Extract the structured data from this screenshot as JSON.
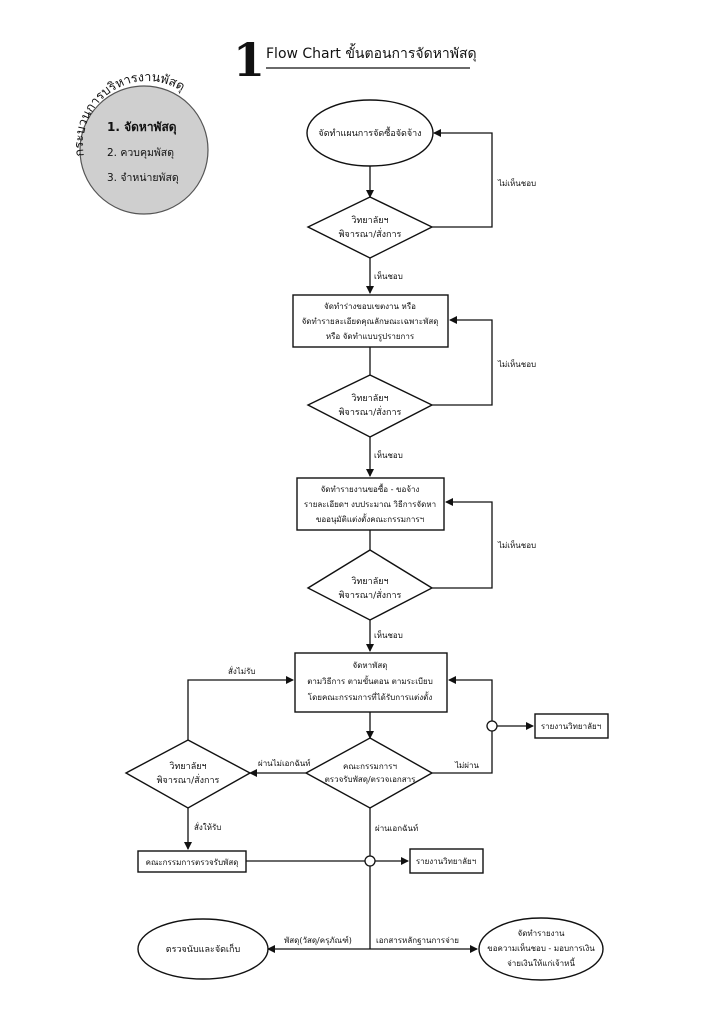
{
  "header": {
    "number": "1",
    "title": "Flow Chart ขั้นตอนการจัดหาพัสดุ"
  },
  "badge": {
    "arc_title": "กระบวนการบริหารงานพัสดุ",
    "items": [
      "1. จัดหาพัสดุ",
      "2. ควบคุมพัสดุ",
      "3. จำหน่ายพัสดุ"
    ]
  },
  "nodes": {
    "start": "จัดทำแผนการจัดซื้อจัดจ้าง",
    "decision1": [
      "วิทยาลัยฯ",
      "พิจารณา/สั่งการ"
    ],
    "process1": [
      "จัดทำร่างขอบเขตงาน หรือ",
      "จัดทำรายละเอียดคุณลักษณะเฉพาะพัสดุ",
      "หรือ จัดทำแบบรูปรายการ"
    ],
    "decision2": [
      "วิทยาลัยฯ",
      "พิจารณา/สั่งการ"
    ],
    "process2": [
      "จัดทำรายงานขอซื้อ - ขอจ้าง",
      "รายละเอียดฯ งบประมาณ วิธีการจัดหา",
      "ขออนุมัติแต่งตั้งคณะกรรมการฯ"
    ],
    "decision3": [
      "วิทยาลัยฯ",
      "พิจารณา/สั่งการ"
    ],
    "process3": [
      "จัดหาพัสดุ",
      "ตามวิธีการ ตามขั้นตอน ตามระเบียบ",
      "โดยคณะกรรมการที่ได้รับการแต่งตั้ง"
    ],
    "decision4": [
      "คณะกรรมการฯ",
      "ตรวจรับพัสดุ/ตรวจเอกสาร"
    ],
    "decision5": [
      "วิทยาลัยฯ",
      "พิจารณา/สั่งการ"
    ],
    "report1": "รายงานวิทยาลัยฯ",
    "committee": "คณะกรรมการตรวจรับพัสดุ",
    "report2": "รายงานวิทยาลัยฯ",
    "store": "ตรวจนับและจัดเก็บ",
    "payment": [
      "จัดทำรายงาน",
      "ขอความเห็นชอบ - มอบการเงิน",
      "จ่ายเงินให้แก่เจ้าหนี้"
    ]
  },
  "labels": {
    "disagree1": "ไม่เห็นชอบ",
    "agree1": "เห็นชอบ",
    "disagree2": "ไม่เห็นชอบ",
    "agree2": "เห็นชอบ",
    "disagree3": "ไม่เห็นชอบ",
    "agree3": "เห็นชอบ",
    "not_ordered": "สั่งไม่รับ",
    "docs_fail": "ผ่านไม่เอกฉันท์",
    "fail": "ไม่ผ่าน",
    "ordered": "สั่งให้รับ",
    "pass": "ผ่านเอกฉันท์",
    "goods": "พัสดุ(วัสดุ/ครุภัณฑ์)",
    "documents": "เอกสารหลักฐานการจ่าย"
  }
}
